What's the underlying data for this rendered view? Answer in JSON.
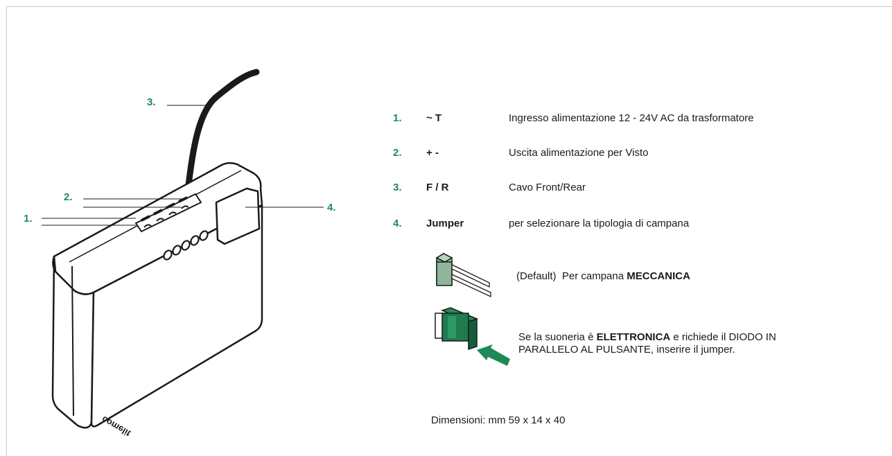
{
  "colors": {
    "accent": "#1d8a56",
    "line": "#1a1a1a",
    "frame": "#c8c8c8"
  },
  "callouts": [
    "1.",
    "2.",
    "3.",
    "4."
  ],
  "device": {
    "brand_label": "comelit",
    "brand_icon": "comelit-logo-icon"
  },
  "legend": [
    {
      "num": "1.",
      "code": "~ T",
      "desc": "Ingresso alimentazione 12 - 24V AC da trasformatore"
    },
    {
      "num": "2.",
      "code": "+ -",
      "desc": "Uscita alimentazione per Visto"
    },
    {
      "num": "3.",
      "code": "F / R",
      "desc": "Cavo Front/Rear"
    },
    {
      "num": "4.",
      "code": "Jumper",
      "desc": "per selezionare la tipologia di campana"
    }
  ],
  "jumper_options": [
    {
      "icon": "jumper-open-icon",
      "prefix": "(Default)  Per campana ",
      "bold": "MECCANICA",
      "suffix": ""
    },
    {
      "icon": "jumper-closed-icon",
      "prefix": "Se la suoneria è ",
      "bold": "ELETTRONICA",
      "suffix": " e richiede il DIODO IN",
      "line2": "PARALLELO AL PULSANTE, inserire il jumper."
    }
  ],
  "dimensions": "Dimensioni: mm 59 x 14 x 40"
}
